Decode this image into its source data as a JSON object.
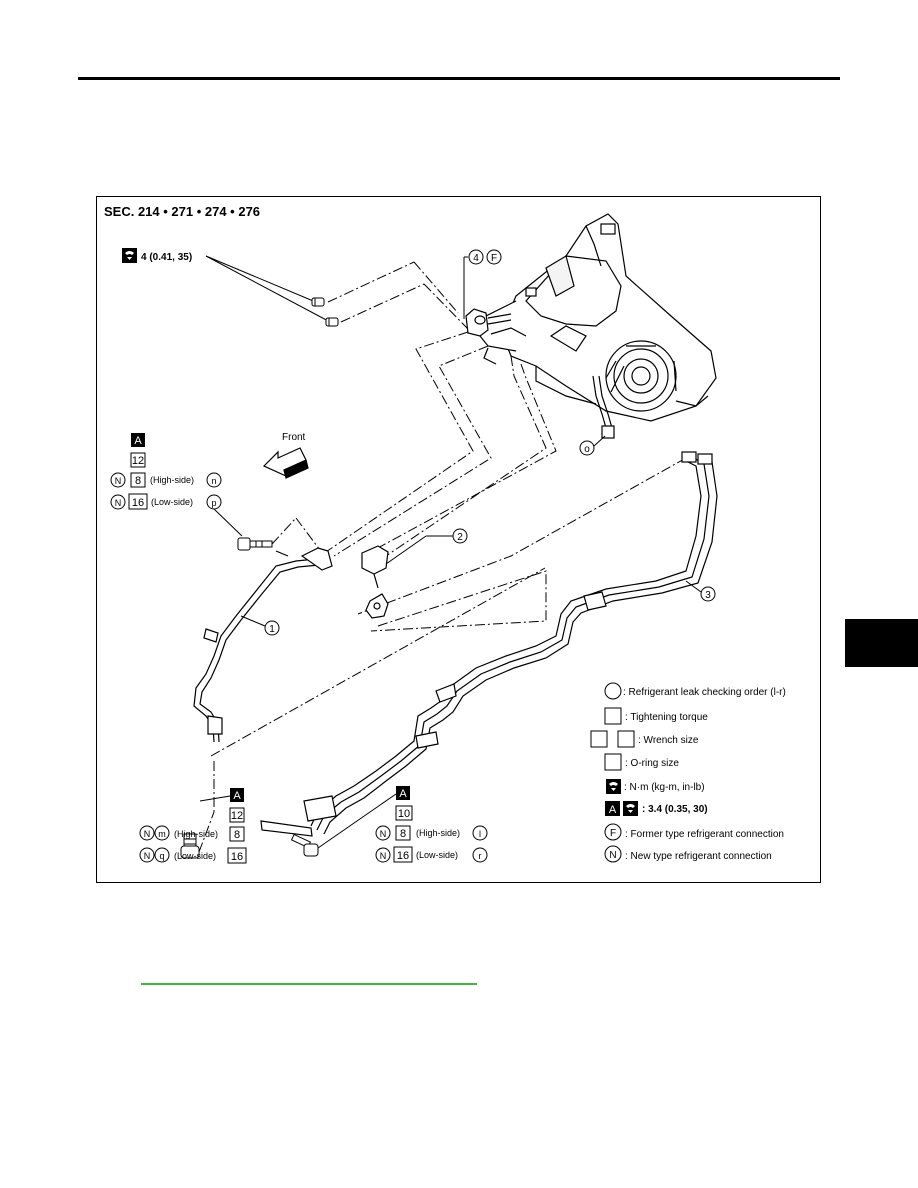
{
  "diagram": {
    "section_label": "SEC. 214 • 271 • 274 • 276",
    "front_label": "Front",
    "bolt_torque_top": "4 (0.41, 35)",
    "parts": {
      "part1": "1",
      "part2": "2",
      "part3": "3",
      "part4": "4",
      "former_marker": "F",
      "point_o": "o"
    },
    "left_upper_group": {
      "tag": "A",
      "wrench": "12",
      "high_n": "N",
      "high_oring": "8",
      "high_label": "(High-side)",
      "high_order": "n",
      "low_n": "N",
      "low_oring": "16",
      "low_label": "(Low-side)",
      "low_order": "p"
    },
    "left_lower_group": {
      "tag": "A",
      "wrench": "12",
      "high_n": "N",
      "high_order": "m",
      "high_label": "(High-side)",
      "high_oring": "8",
      "low_n": "N",
      "low_order": "q",
      "low_label": "(Low-side)",
      "low_oring": "16"
    },
    "right_lower_group": {
      "tag": "A",
      "wrench": "10",
      "high_n": "N",
      "high_oring": "8",
      "high_label": "(High-side)",
      "high_order": "l",
      "low_n": "N",
      "low_oring": "16",
      "low_label": "(Low-side)",
      "low_order": "r"
    },
    "legend": {
      "leak_order": ": Refrigerant leak checking order (l-r)",
      "tightening": ": Tightening torque",
      "wrench": ": Wrench size",
      "oring": ": O-ring size",
      "torque_unit": ": N·m (kg-m, in-lb)",
      "tag": "A",
      "tag_torque": ": 3.4 (0.35, 30)",
      "former_letter": "F",
      "former": ": Former type refrigerant connection",
      "new_letter": "N",
      "new": ": New type refrigerant connection"
    }
  }
}
